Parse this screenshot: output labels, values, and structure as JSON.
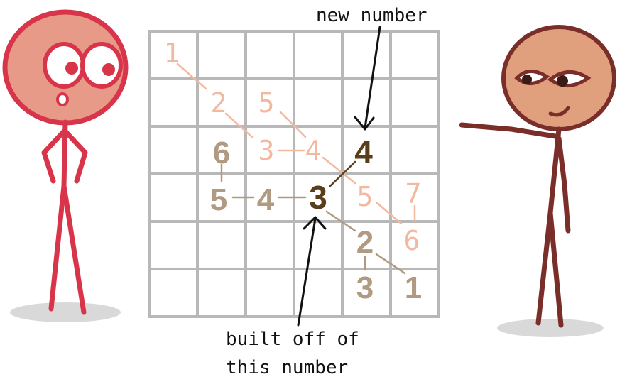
{
  "annotations": {
    "top": "new number",
    "bottom_line1": "built off of",
    "bottom_line2": "this number"
  },
  "grid_numbers": {
    "light": [
      {
        "id": "n1",
        "text": "1"
      },
      {
        "id": "n2",
        "text": "2"
      },
      {
        "id": "n3",
        "text": "3"
      },
      {
        "id": "n4a",
        "text": "4"
      },
      {
        "id": "n5a",
        "text": "5"
      },
      {
        "id": "n5b",
        "text": "5"
      },
      {
        "id": "n7",
        "text": "7"
      },
      {
        "id": "n6a",
        "text": "6"
      }
    ],
    "medium": [
      {
        "id": "m6",
        "text": "6"
      },
      {
        "id": "m5",
        "text": "5"
      },
      {
        "id": "m4",
        "text": "4"
      },
      {
        "id": "m2",
        "text": "2"
      },
      {
        "id": "m3",
        "text": "3"
      },
      {
        "id": "m1",
        "text": "1"
      }
    ],
    "dark": [
      {
        "id": "d3",
        "text": "3"
      },
      {
        "id": "d4",
        "text": "4"
      }
    ]
  },
  "colors": {
    "grid": "#b8b8b8",
    "light_number": "#f2b9a0",
    "medium_number": "#b09a82",
    "dark_number": "#5a3e1b",
    "left_figure": "#d9354a",
    "left_face": "#e89a88",
    "right_figure": "#7a2e2a",
    "right_face": "#e0a07e",
    "shadow": "#c8c8c8"
  }
}
